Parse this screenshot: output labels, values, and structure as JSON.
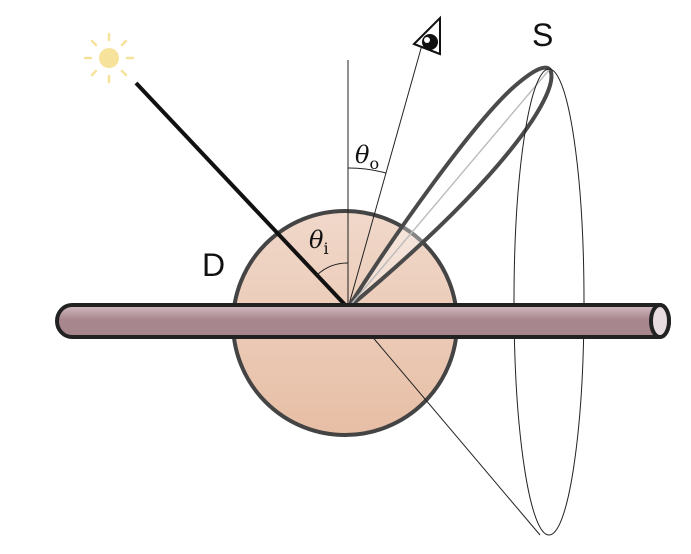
{
  "labels": {
    "diffuse": "D",
    "specular": "S",
    "theta_o_symbol": "θ",
    "theta_o_sub": "o",
    "theta_i_symbol": "θ",
    "theta_i_sub": "i"
  },
  "icons": {
    "light_source": "sun-icon",
    "observer": "eye-icon"
  },
  "colors": {
    "diffuse_lobe": "#e9c4ae",
    "fiber": "#a8868e",
    "sun": "#f6e29a",
    "outline": "#444444"
  }
}
